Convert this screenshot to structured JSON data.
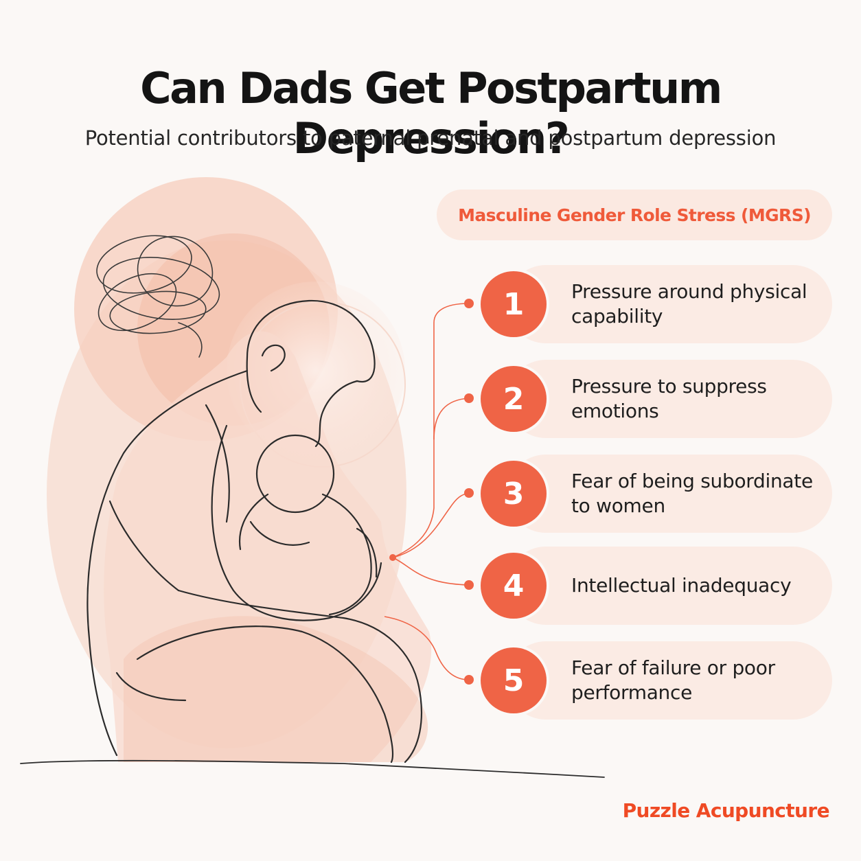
{
  "title": "Can Dads Get Postpartum Depression?",
  "subtitle": "Potential contributors to paternal prenatal and postpartum depression",
  "category_label": "Masculine Gender Role Stress (MGRS)",
  "items": [
    {
      "number": "1",
      "text": "Pressure around physical capability"
    },
    {
      "number": "2",
      "text": "Pressure to suppress emotions"
    },
    {
      "number": "3",
      "text": "Fear of being subordinate to women"
    },
    {
      "number": "4",
      "text": "Intellectual inadequacy"
    },
    {
      "number": "5",
      "text": "Fear of failure or poor performance"
    }
  ],
  "brand": "Puzzle Acupuncture",
  "colors": {
    "accent": "#ef6446",
    "accent_text": "#ef5a3a",
    "brand": "#ef4a24",
    "pill_bg": "#fbebe4",
    "background": "#fbf8f6"
  }
}
